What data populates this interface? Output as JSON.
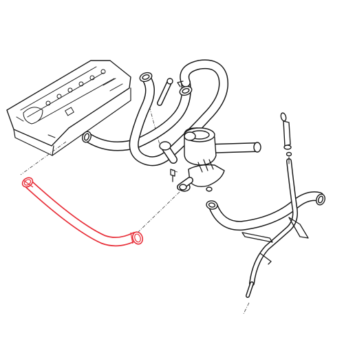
{
  "diagram": {
    "highlight_color": "#e8303a",
    "line_color": "#1a1a1a",
    "background": "#ffffff",
    "parts": [
      "valve-cover",
      "breather-hose-highlighted",
      "upper-vent-hose",
      "crankcase-vent-valve",
      "hose-clamp",
      "mounting-bolt",
      "return-hose",
      "oil-dipstick-guide-tube",
      "oil-dipstick"
    ]
  }
}
